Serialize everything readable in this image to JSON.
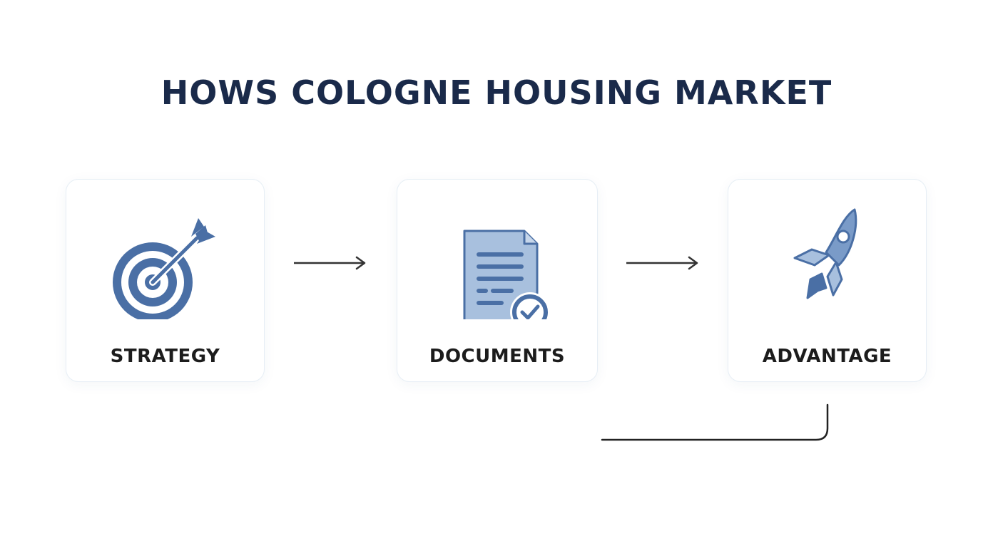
{
  "title": "HOWS COLOGNE HOUSING MARKET",
  "steps": [
    {
      "label": "STRATEGY",
      "icon": "target-arrow-icon"
    },
    {
      "label": "DOCUMENTS",
      "icon": "document-check-icon"
    },
    {
      "label": "ADVANTAGE",
      "icon": "rocket-icon"
    }
  ],
  "colors": {
    "title": "#1a2a4a",
    "icon_dark": "#4a6fa5",
    "icon_light": "#a8c0de",
    "arrow": "#333333",
    "label": "#1c1c1c"
  }
}
